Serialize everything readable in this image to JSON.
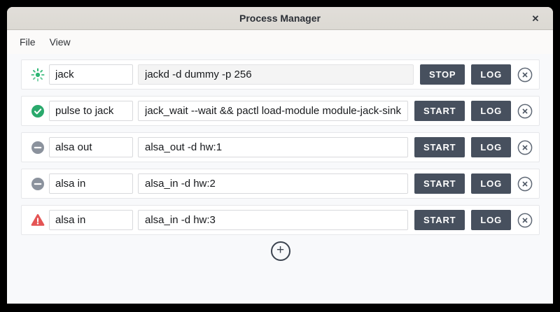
{
  "window": {
    "title": "Process Manager",
    "close_glyph": "✕"
  },
  "menubar": {
    "items": [
      {
        "label": "File"
      },
      {
        "label": "View"
      }
    ]
  },
  "rows": [
    {
      "status": "running",
      "status_icon": "spinner-icon",
      "name": "jack",
      "command": "jackd -d dummy -p 256",
      "command_readonly": true,
      "action_label": "STOP",
      "log_label": "LOG"
    },
    {
      "status": "ok",
      "status_icon": "check-circle-icon",
      "name": "pulse to jack",
      "command": "jack_wait --wait && pactl load-module module-jack-sink",
      "command_readonly": false,
      "action_label": "START",
      "log_label": "LOG"
    },
    {
      "status": "stopped",
      "status_icon": "minus-circle-icon",
      "name": "alsa out",
      "command": "alsa_out -d hw:1",
      "command_readonly": false,
      "action_label": "START",
      "log_label": "LOG"
    },
    {
      "status": "stopped",
      "status_icon": "minus-circle-icon",
      "name": "alsa in",
      "command": "alsa_in -d hw:2",
      "command_readonly": false,
      "action_label": "START",
      "log_label": "LOG"
    },
    {
      "status": "error",
      "status_icon": "warning-triangle-icon",
      "name": "alsa in",
      "command": "alsa_in -d hw:3",
      "command_readonly": false,
      "action_label": "START",
      "log_label": "LOG"
    }
  ],
  "add_button": {
    "glyph": "+"
  },
  "colors": {
    "button_bg": "#47505e",
    "running_green": "#2cb673",
    "ok_green": "#2aa96c",
    "stopped_gray": "#8b929d",
    "error_red": "#e45454",
    "titlebar_bg": "#dedbd6",
    "content_bg": "#f8f9fb"
  }
}
